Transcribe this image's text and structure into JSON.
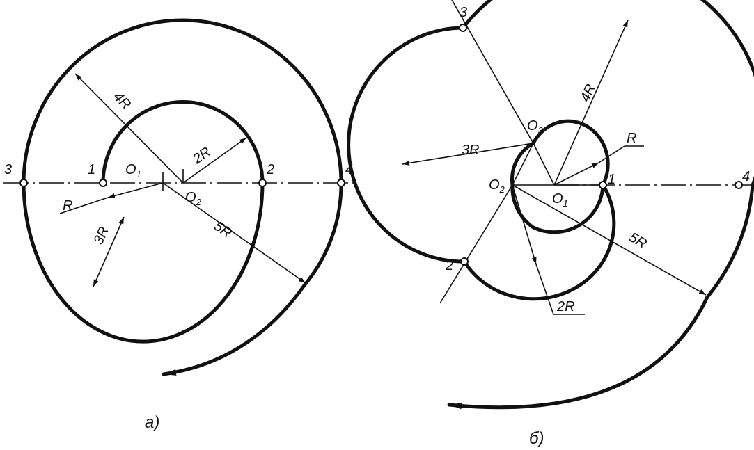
{
  "figure_a": {
    "caption": "a)",
    "points": [
      "1",
      "2",
      "3",
      "4"
    ],
    "centers": [
      {
        "main": "O",
        "sub": "1"
      },
      {
        "main": "O",
        "sub": "2"
      }
    ],
    "radii": [
      "R",
      "2R",
      "3R",
      "4R",
      "5R"
    ]
  },
  "figure_b": {
    "caption": "б)",
    "points": [
      "1",
      "2",
      "3",
      "4"
    ],
    "centers": [
      {
        "main": "O",
        "sub": "1"
      },
      {
        "main": "O",
        "sub": "2"
      },
      {
        "main": "O",
        "sub": "3"
      }
    ],
    "radii": [
      "R",
      "2R",
      "3R",
      "4R",
      "5R"
    ]
  },
  "colors": {
    "line": "#111111",
    "background": "#ffffff"
  }
}
